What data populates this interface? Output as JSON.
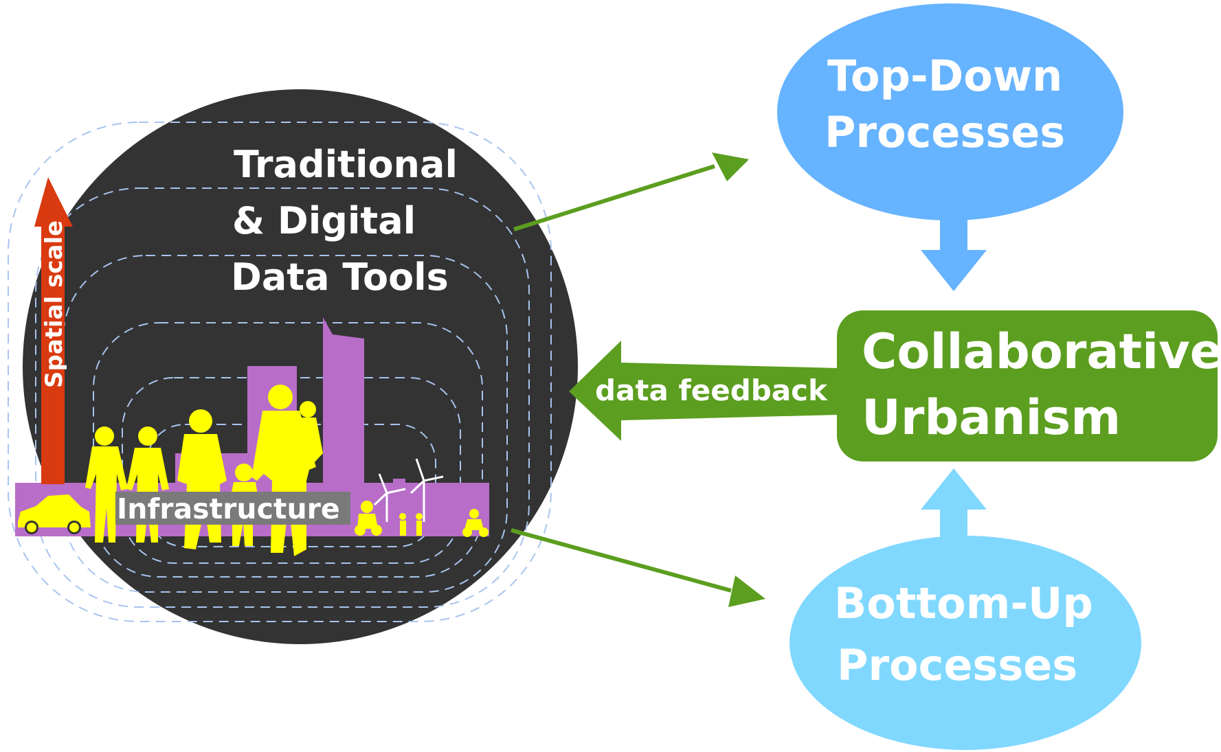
{
  "colors": {
    "circle": "#333333",
    "top_down": "#66b3ff",
    "bottom_up": "#80d8ff",
    "collab": "#5c9e1f",
    "arrow_green": "#5c9e1f",
    "spatial_arrow": "#d93a0f",
    "city_purple": "#b86ec8",
    "people_yellow": "#ffff00",
    "dashed": "#a9c4ee",
    "label_bg": "#7a7a7a",
    "text_white": "#ffffff"
  },
  "tools": {
    "line1": "Traditional",
    "line2": "& Digital",
    "line3": "Data Tools"
  },
  "spatial_scale": "Spatial scale",
  "infrastructure": "Infrastructure",
  "top_down": {
    "line1": "Top-Down",
    "line2": "Processes"
  },
  "bottom_up": {
    "line1": "Bottom-Up",
    "line2": "Processes"
  },
  "collab": {
    "line1": "Collaborative",
    "line2": "Urbanism"
  },
  "feedback": "data feedback",
  "icons": {
    "people": "family-silhouette-icon",
    "car": "car-icon",
    "turbine": "wind-turbine-icon",
    "cyclist": "cyclist-icon"
  }
}
